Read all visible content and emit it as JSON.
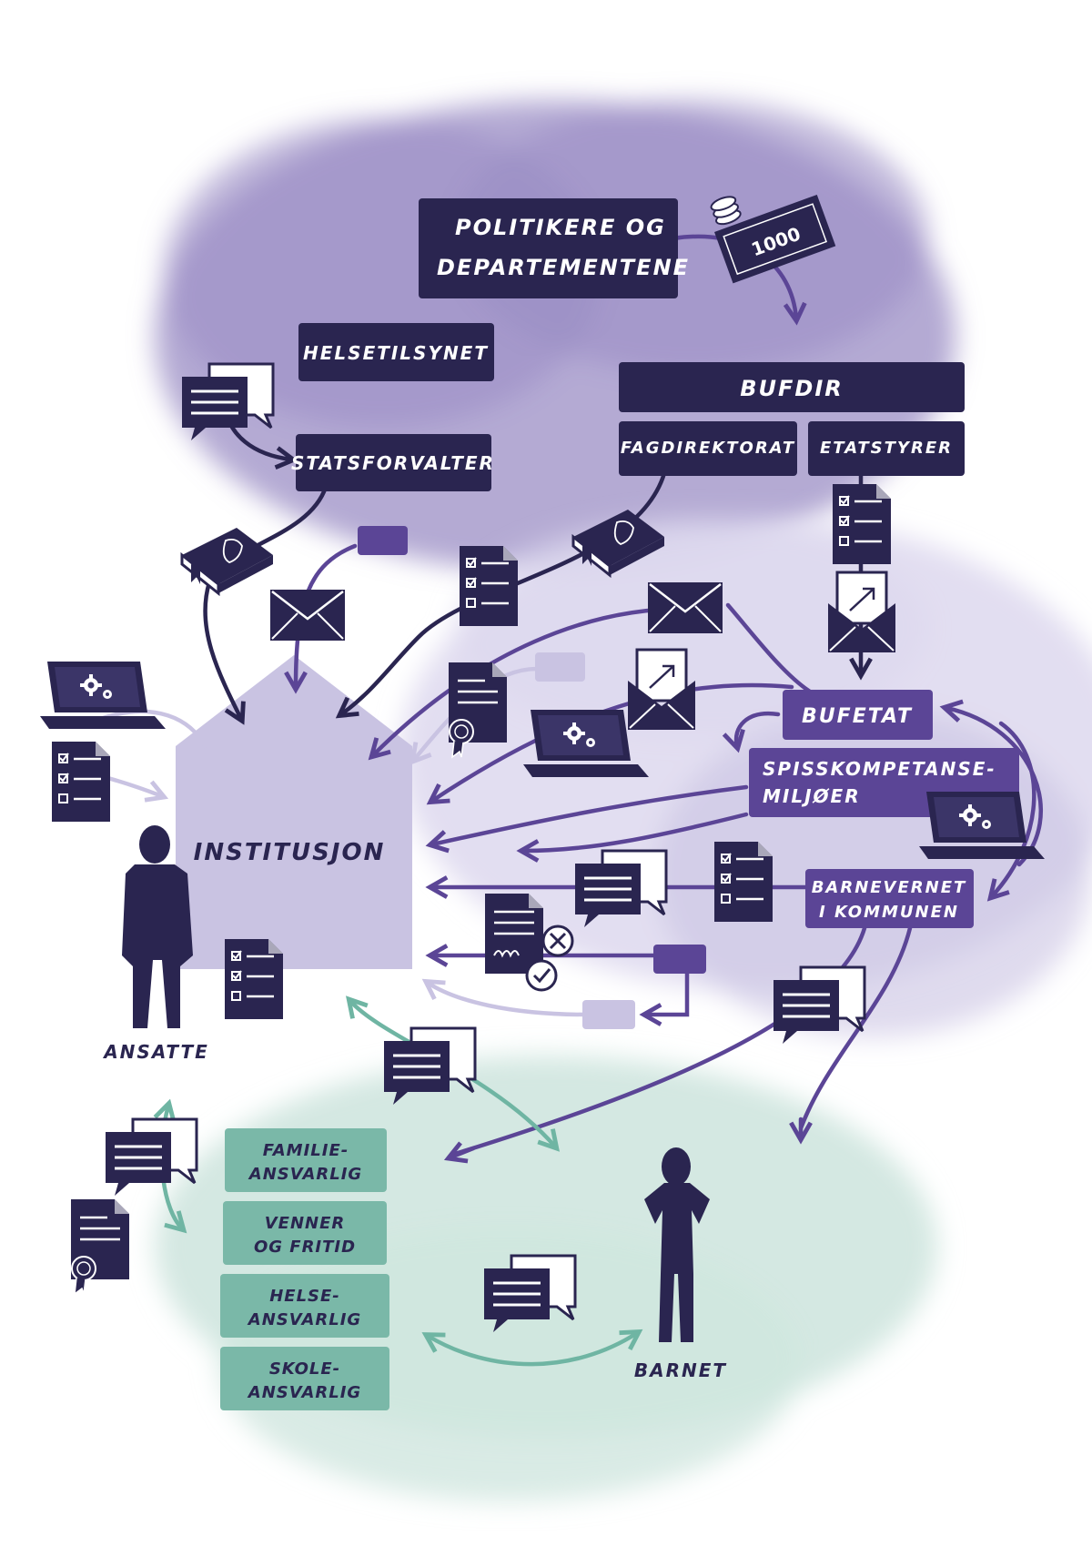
{
  "colors": {
    "dark": "#2a2550",
    "purple": "#5b4596",
    "lavender": "#c9c3e2",
    "cloud_purple": "#9b8ec4",
    "cloud_light": "#ddd8ee",
    "cloud_green": "#cfe6df",
    "green_box": "#7ab8a8",
    "green_arrow": "#6fb5a3"
  },
  "boxes": {
    "politikere_line1": "POLITIKERE OG",
    "politikere_line2": "DEPARTEMENTENE",
    "helsetilsynet": "HELSETILSYNET",
    "statsforvalter": "STATSFORVALTER",
    "bufdir": "BUFDIR",
    "fagdirektorat": "FAGDIREKTORAT",
    "etatstyrer": "ETATSTYRER",
    "bufetat": "BUFETAT",
    "spiss_line1": "SPISSKOMPETANSE-",
    "spiss_line2": "MILJØER",
    "barnevernet_line1": "BARNEVERNET",
    "barnevernet_line2": "I KOMMUNEN"
  },
  "institution_label": "INSTITUSJON",
  "people": {
    "ansatte": "ANSATTE",
    "barnet": "BARNET"
  },
  "network": [
    {
      "line1": "FAMILIE-",
      "line2": "ANSVARLIG"
    },
    {
      "line1": "VENNER",
      "line2": "OG FRITID"
    },
    {
      "line1": "HELSE-",
      "line2": "ANSVARLIG"
    },
    {
      "line1": "SKOLE-",
      "line2": "ANSVARLIG"
    }
  ],
  "money_label": "1000"
}
